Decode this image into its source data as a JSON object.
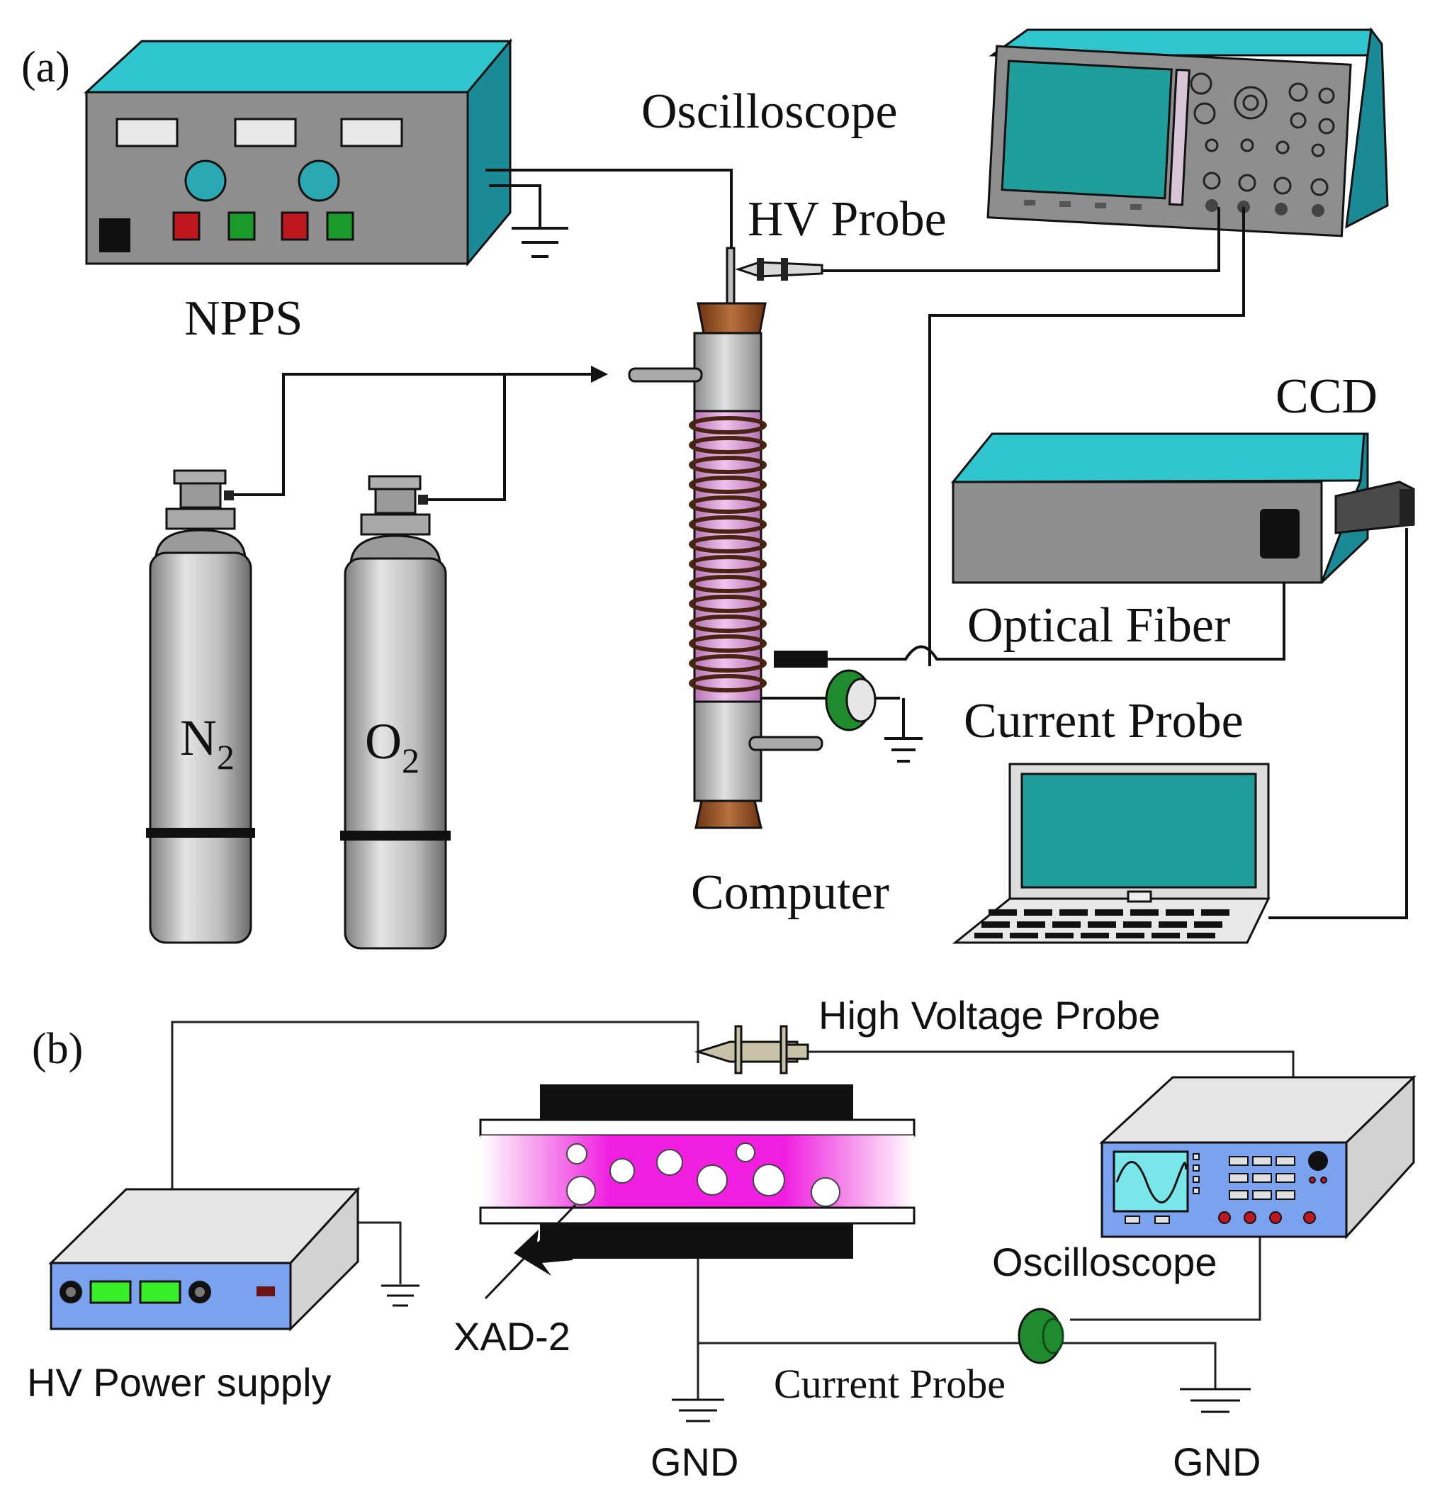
{
  "panel_a": {
    "tag": "(a)",
    "labels": {
      "npps": "NPPS",
      "oscilloscope": "Oscilloscope",
      "hv_probe": "HV Probe",
      "ccd": "CCD",
      "optical_fiber": "Optical Fiber",
      "current_probe": "Current Probe",
      "computer": "Computer"
    },
    "cylinders": [
      {
        "gas": "N",
        "sub": "2"
      },
      {
        "gas": "O",
        "sub": "2"
      }
    ]
  },
  "panel_b": {
    "tag": "(b)",
    "labels": {
      "high_voltage_probe": "High Voltage Probe",
      "oscilloscope": "Oscilloscope",
      "hv_power_supply": "HV Power supply",
      "xad2": "XAD-2",
      "current_probe": "Current Probe",
      "gnd_left": "GND",
      "gnd_right": "GND"
    }
  },
  "colors": {
    "equipment_top": "#2fc6cf",
    "equipment_side": "#1a8b96",
    "equipment_front": "#8e8e8e",
    "screen_teal": "#1f9e9c",
    "coil_pink": "#d99ad6",
    "plasma_magenta": "#f01ee0",
    "panel_blue": "#7ba2ef",
    "display_green": "#39ef2a",
    "probe_green": "#1f8a2e",
    "cap_brown": "#8a4a22"
  }
}
